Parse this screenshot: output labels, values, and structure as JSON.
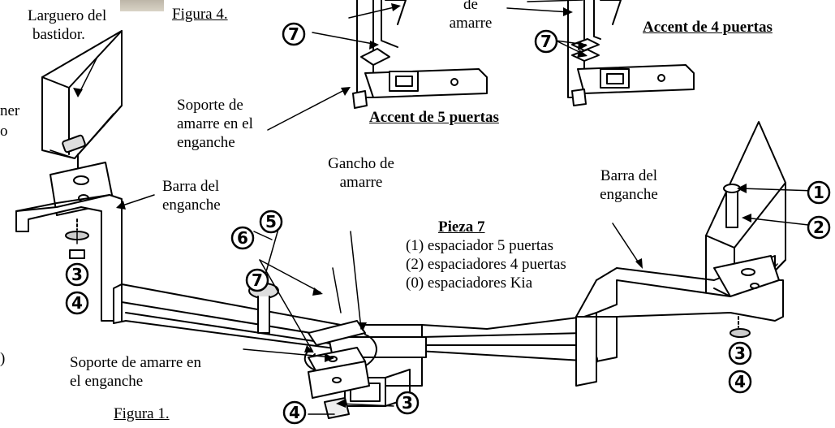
{
  "labels": {
    "figura4": "Figura 4.",
    "figura1": "Figura 1.",
    "larguero_1": "Larguero del",
    "larguero_2": "bastidor.",
    "cut_1": "ner",
    "cut_2": "o",
    "cut_3": ")",
    "de_amarre_1": "de",
    "de_amarre_2": "amarre",
    "accent4": "Accent de 4 puertas",
    "accent5": "Accent de 5 puertas",
    "soporte_top_1": "Soporte de",
    "soporte_top_2": "amarre en el",
    "soporte_top_3": "enganche",
    "barra_left_1": "Barra del",
    "barra_left_2": "enganche",
    "gancho_1": "Gancho de",
    "gancho_2": "amarre",
    "barra_right_1": "Barra del",
    "barra_right_2": "enganche",
    "pieza_title": "Pieza 7",
    "pieza_1": "(1) espaciador 5 puertas",
    "pieza_2": "(2) espaciadores 4 puertas",
    "pieza_3": "(0) espaciadores Kia",
    "soporte_bottom_1": "Soporte de amarre en",
    "soporte_bottom_2": "el enganche"
  },
  "callouts": {
    "n1": "1",
    "n2": "2",
    "n3": "3",
    "n4": "4",
    "n5": "5",
    "n6": "6",
    "n7": "7"
  }
}
